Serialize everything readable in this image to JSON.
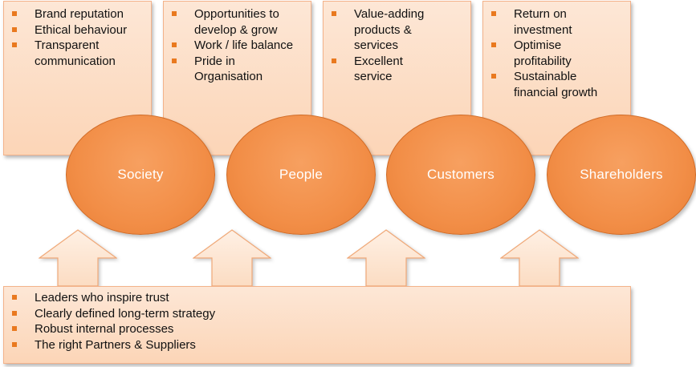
{
  "top_boxes": [
    {
      "items": [
        "Brand reputation",
        "Ethical behaviour",
        "Transparent communication"
      ]
    },
    {
      "items": [
        "Opportunities to develop & grow",
        "Work / life balance",
        "Pride in Organisation"
      ]
    },
    {
      "items": [
        "Value-adding products & services",
        "Excellent service"
      ]
    },
    {
      "items": [
        "Return on investment",
        "Optimise profitability",
        "Sustainable financial growth"
      ]
    }
  ],
  "stakeholders": [
    "Society",
    "People",
    "Customers",
    "Shareholders"
  ],
  "foundation": {
    "items": [
      "Leaders who inspire trust",
      "Clearly defined long-term strategy",
      "Robust internal processes",
      "The right Partners & Suppliers"
    ]
  },
  "colors": {
    "circle_fill": "#f28e47",
    "box_fill": "#fcd5b7",
    "bullet": "#e9791f",
    "arrow_fill": "#fde3cd"
  }
}
